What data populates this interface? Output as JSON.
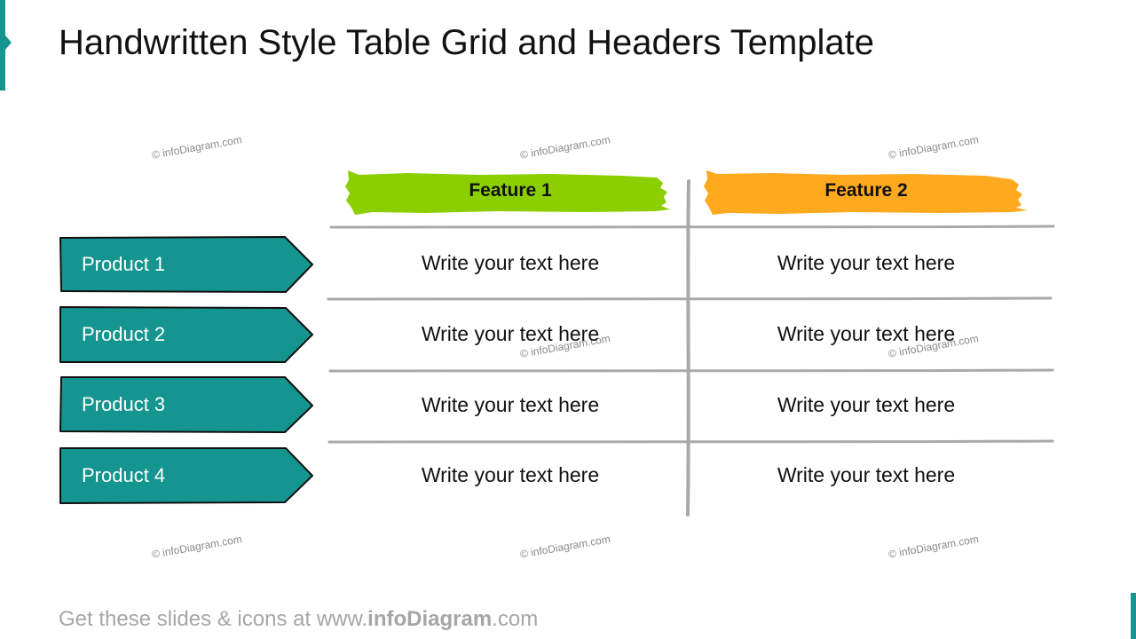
{
  "title": "Handwritten Style Table Grid and Headers Template",
  "watermark": "© infoDiagram.com",
  "headers": [
    {
      "label": "Feature 1",
      "color": "#8ccf00"
    },
    {
      "label": "Feature 2",
      "color": "#ffa91f"
    }
  ],
  "products": [
    {
      "label": "Product 1"
    },
    {
      "label": "Product 2"
    },
    {
      "label": "Product 3"
    },
    {
      "label": "Product 4"
    }
  ],
  "product_color": "#14958f",
  "rows": [
    [
      "Write your text here",
      "Write your text here"
    ],
    [
      "Write your text here",
      "Write your text here"
    ],
    [
      "Write your text here",
      "Write your text here"
    ],
    [
      "Write your text here",
      "Write your text here"
    ]
  ],
  "footer": {
    "prefix": "Get these slides & icons at www.",
    "brand": "infoDiagram",
    "suffix": ".com"
  }
}
